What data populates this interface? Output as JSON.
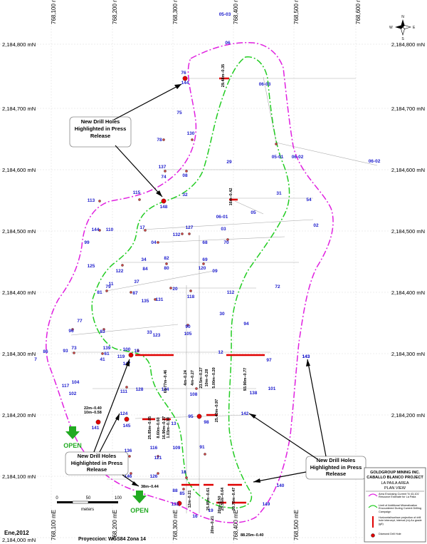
{
  "map": {
    "easting_labels": [
      "768,100 mE",
      "768,200 mE",
      "768,300 mE",
      "768,400 mE",
      "768,500 mE",
      "768,600 mE"
    ],
    "northing_labels": [
      "2,184,800 mN",
      "2,184,700 mN",
      "2,184,600 mN",
      "2,184,500 mN",
      "2,184,400 mN",
      "2,184,300 mN",
      "2,184,200 mN",
      "2,184,100 mN",
      "2,184,000 mN"
    ],
    "date": "Ene,2012",
    "projection": "Proyeccion: WGS84 Zona 14",
    "scale_labels": [
      "0",
      "50",
      "100"
    ],
    "scale_unit": "meters",
    "open_label": "OPEN",
    "compass": {
      "n": "N",
      "s": "S",
      "e": "E",
      "w": "W"
    },
    "colors": {
      "outer_boundary": "#e020e0",
      "inner_boundary": "#22cc22",
      "hole_id": "#1a1acc",
      "high_grade": "#e00000"
    }
  },
  "callouts": [
    {
      "text": "New Drill Holes Highlighted in Press Release"
    },
    {
      "text": "New Drill Holes Highlighted in Press Release"
    },
    {
      "text": "New Drill Holes Highlighted in Press Release"
    }
  ],
  "holes": [
    {
      "id": "05-03"
    },
    {
      "id": "06"
    },
    {
      "id": "76"
    },
    {
      "id": "144"
    },
    {
      "id": "06-03"
    },
    {
      "id": "75"
    },
    {
      "id": "130"
    },
    {
      "id": "78"
    },
    {
      "id": "05-01"
    },
    {
      "id": "06-02"
    },
    {
      "id": "06-02"
    },
    {
      "id": "29"
    },
    {
      "id": "137"
    },
    {
      "id": "74"
    },
    {
      "id": "08"
    },
    {
      "id": "115"
    },
    {
      "id": "32"
    },
    {
      "id": "148"
    },
    {
      "id": "31"
    },
    {
      "id": "54"
    },
    {
      "id": "113"
    },
    {
      "id": "05"
    },
    {
      "id": "06-01"
    },
    {
      "id": "02"
    },
    {
      "id": "144"
    },
    {
      "id": "110"
    },
    {
      "id": "17"
    },
    {
      "id": "127"
    },
    {
      "id": "03"
    },
    {
      "id": "132"
    },
    {
      "id": "99"
    },
    {
      "id": "04"
    },
    {
      "id": "68"
    },
    {
      "id": "70"
    },
    {
      "id": "82"
    },
    {
      "id": "69"
    },
    {
      "id": "125"
    },
    {
      "id": "34"
    },
    {
      "id": "122"
    },
    {
      "id": "84"
    },
    {
      "id": "80"
    },
    {
      "id": "120"
    },
    {
      "id": "09"
    },
    {
      "id": "11"
    },
    {
      "id": "37"
    },
    {
      "id": "79"
    },
    {
      "id": "81"
    },
    {
      "id": "87"
    },
    {
      "id": "20"
    },
    {
      "id": "112"
    },
    {
      "id": "72"
    },
    {
      "id": "135"
    },
    {
      "id": "131"
    },
    {
      "id": "118"
    },
    {
      "id": "77"
    },
    {
      "id": "30"
    },
    {
      "id": "94"
    },
    {
      "id": "96"
    },
    {
      "id": "83"
    },
    {
      "id": "33"
    },
    {
      "id": "90"
    },
    {
      "id": "123"
    },
    {
      "id": "105"
    },
    {
      "id": "139"
    },
    {
      "id": "73"
    },
    {
      "id": "86"
    },
    {
      "id": "93"
    },
    {
      "id": "61"
    },
    {
      "id": "100"
    },
    {
      "id": "15"
    },
    {
      "id": "7"
    },
    {
      "id": "119"
    },
    {
      "id": "12"
    },
    {
      "id": "143"
    },
    {
      "id": "41"
    },
    {
      "id": "147"
    },
    {
      "id": "97"
    },
    {
      "id": "104"
    },
    {
      "id": "117"
    },
    {
      "id": "128"
    },
    {
      "id": "134"
    },
    {
      "id": "101"
    },
    {
      "id": "102"
    },
    {
      "id": "111"
    },
    {
      "id": "108"
    },
    {
      "id": "138"
    },
    {
      "id": "124"
    },
    {
      "id": "95"
    },
    {
      "id": "142"
    },
    {
      "id": "141"
    },
    {
      "id": "145"
    },
    {
      "id": "13"
    },
    {
      "id": "98"
    },
    {
      "id": "136"
    },
    {
      "id": "116"
    },
    {
      "id": "109"
    },
    {
      "id": "91"
    },
    {
      "id": "121"
    },
    {
      "id": "146"
    },
    {
      "id": "126"
    },
    {
      "id": "18"
    },
    {
      "id": "140"
    },
    {
      "id": "85"
    },
    {
      "id": "88"
    },
    {
      "id": "133"
    },
    {
      "id": "149"
    },
    {
      "id": "16"
    },
    {
      "id": "19"
    },
    {
      "id": "143"
    }
  ],
  "intercepts": [
    {
      "text": "29.48m–0.35"
    },
    {
      "text": "16m–0.42"
    },
    {
      "text": "63.77m–0.46"
    },
    {
      "text": "4m–0.24"
    },
    {
      "text": "4m–0.27"
    },
    {
      "text": "23.5m–0.27"
    },
    {
      "text": "10m–0.28"
    },
    {
      "text": "5.00m–0.20"
    },
    {
      "text": "93.90m–0.77"
    },
    {
      "text": "22m–0.40"
    },
    {
      "text": "10m–0.58"
    },
    {
      "text": "25.85m–0.65"
    },
    {
      "text": "8.60m–0.60"
    },
    {
      "text": "16.90m–0.37"
    },
    {
      "text": "1.03m–0.30"
    },
    {
      "text": "25.40m–0.97"
    },
    {
      "text": "38m–0.44"
    },
    {
      "text": "20m–0.21"
    },
    {
      "text": "12m–0.21"
    },
    {
      "text": "25.85m–0.61"
    },
    {
      "text": "20m–0.50"
    },
    {
      "text": "25.55m–0.64"
    },
    {
      "text": "20.70m–0.47"
    },
    {
      "text": "88.25m–0.40"
    }
  ],
  "legend": {
    "company": "GOLDGROUP MINING INC.",
    "project": "CABALLO BLANCO PROJECT",
    "area": "LA PAILA AREA",
    "view": "PLAN VIEW",
    "items": [
      {
        "label": "Area Enclosing Current 'N 43-101' Resource Estimate for La Paila"
      },
      {
        "label": "Limit of Additional Mineralization Encountered During Current Drilling Campaign"
      },
      {
        "label": "Horizontal/surface projection of drill hole intercept, interval (m)-Au grade (g/t)"
      },
      {
        "label": "Diamond Drill Hole"
      }
    ]
  }
}
